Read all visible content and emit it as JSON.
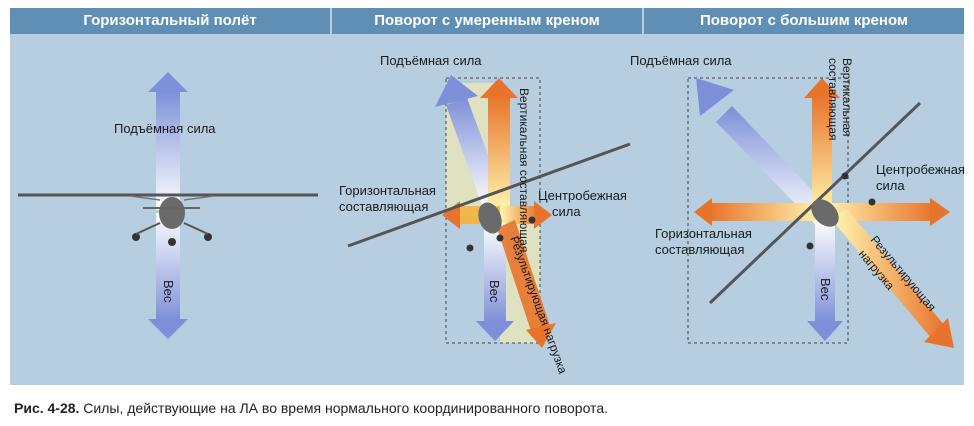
{
  "headers": {
    "level": "Горизонтальный полёт",
    "moderate": "Поворот с умеренным креном",
    "steep": "Поворот с большим  креном"
  },
  "labels": {
    "lift": "Подъёмная сила",
    "weight": "Вес",
    "vertical_component": "Вертикальная составляющая",
    "horizontal_component_1": "Горизонтальная",
    "horizontal_component_2": "составляющая",
    "centrifugal_1": "Центробежная",
    "centrifugal_2": "сила",
    "resultant_load": "Результирующая нагрузка",
    "vertical_1": "Вертикальная",
    "vertical_2": "составляющая",
    "resultant_1": "Результирующая",
    "resultant_2": "нагрузка"
  },
  "caption": {
    "number": "Рис. 4-28.",
    "text": " Силы, действующие на ЛА во время нормального координированного поворота."
  },
  "colors": {
    "panel": "#b6cee0",
    "header": "#5f8fb4",
    "blue_arrow": "#7c8fd8",
    "orange_arrow": "#e8742c",
    "yellow_glow": "#fff3a6"
  }
}
